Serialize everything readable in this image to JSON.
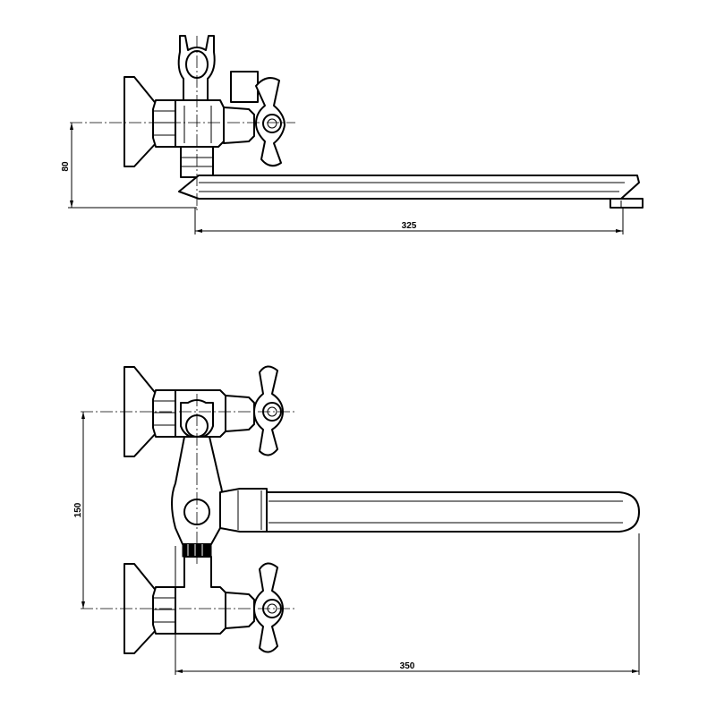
{
  "side_view": {
    "height_dimension": "80",
    "spout_reach_dimension": "325"
  },
  "top_view": {
    "inlet_spacing_dimension": "150",
    "spout_length_dimension": "350"
  }
}
